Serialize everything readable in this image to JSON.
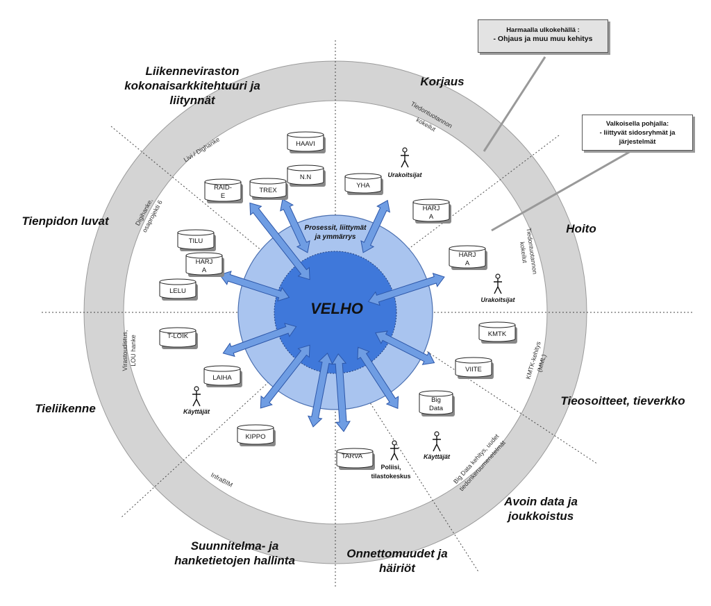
{
  "center": {
    "title": "VELHO",
    "subtitle_line1": "Prosessit, liittymät",
    "subtitle_line2": "ja ymmärrys"
  },
  "sectors": {
    "liikennevirasto_1": "Liikenneviraston",
    "liikennevirasto_2": "kokonaisarkkitehtuuri ja",
    "liikennevirasto_3": "liitynnät",
    "korjaus": "Korjaus",
    "hoito": "Hoito",
    "tienpidon_luvat": "Tienpidon luvat",
    "tieliikenne": "Tieliikenne",
    "tieosoitteet": "Tieosoitteet, tieverkko",
    "avoin_1": "Avoin data ja",
    "avoin_2": "joukkoistus",
    "suunnitelma_1": "Suunnitelma- ja",
    "suunnitelma_2": "hanketietojen hallinta",
    "onnettomuudet_1": "Onnettomuudet ja",
    "onnettomuudet_2": "häiriöt"
  },
  "ring_labels": {
    "livi_dighanke": "Livi / Dighanke",
    "tiedontuotannon_1a": "Tiedontuotannon",
    "tiedontuotannon_1b": "kokeilut",
    "tiedontuotannon_2a": "Tiedontuotannon",
    "tiedontuotannon_2b": "kokeilut",
    "digihanke_a": "Digihanke,",
    "digihanke_b": "osaprojekti 6",
    "virastoudistus_a": "Virastoudistus,",
    "virastoudistus_b": "LOU hanke",
    "kmtk_a": "KMTK-kehitys",
    "kmtk_b": "(MML)",
    "infrabim": "InfraBIM",
    "bigdata_a": "Big Data kehitys, uudet",
    "bigdata_b": "tiedonkeruumenetelmät"
  },
  "systems": {
    "haavi": "HAAVI",
    "nn": "N.N",
    "trex": "TREX",
    "raid_1": "RAID-",
    "raid_2": "E",
    "yha": "YHA",
    "harja1_1": "HARJ",
    "harja1_2": "A",
    "harja2_1": "HARJ",
    "harja2_2": "A",
    "harja3_1": "HARJ",
    "harja3_2": "A",
    "tilu": "TILU",
    "lelu": "LELU",
    "tloik": "T-LOIK",
    "laiha": "LAIHA",
    "kippo": "KIPPO",
    "tarva": "TARVA",
    "kmtk": "KMTK",
    "viite": "VIITE",
    "bigdata_1": "Big",
    "bigdata_2": "Data"
  },
  "actors": {
    "urakoitsijat1": "Urakoitsijat",
    "urakoitsijat2": "Urakoitsijat",
    "kayttajat1": "Käyttäjät",
    "kayttajat2": "Käyttäjät",
    "poliisi_1": "Poliisi,",
    "poliisi_2": "tilastokeskus"
  },
  "callouts": {
    "grey_line1": "Harmaalla ulkokehällä :",
    "grey_line2": "- Ohjaus ja muu muu kehitys",
    "white_line1": "Valkoisella pohjalla:",
    "white_line2": "- liittyvät sidosryhmät ja",
    "white_line3": "järjestelmät"
  },
  "colors": {
    "outer_ring": "#d4d4d4",
    "middle_circle": "#a9c4ef",
    "core_circle": "#3f78da",
    "arrow_fill": "#6f9de3",
    "arrow_stroke": "#2c56a8"
  }
}
